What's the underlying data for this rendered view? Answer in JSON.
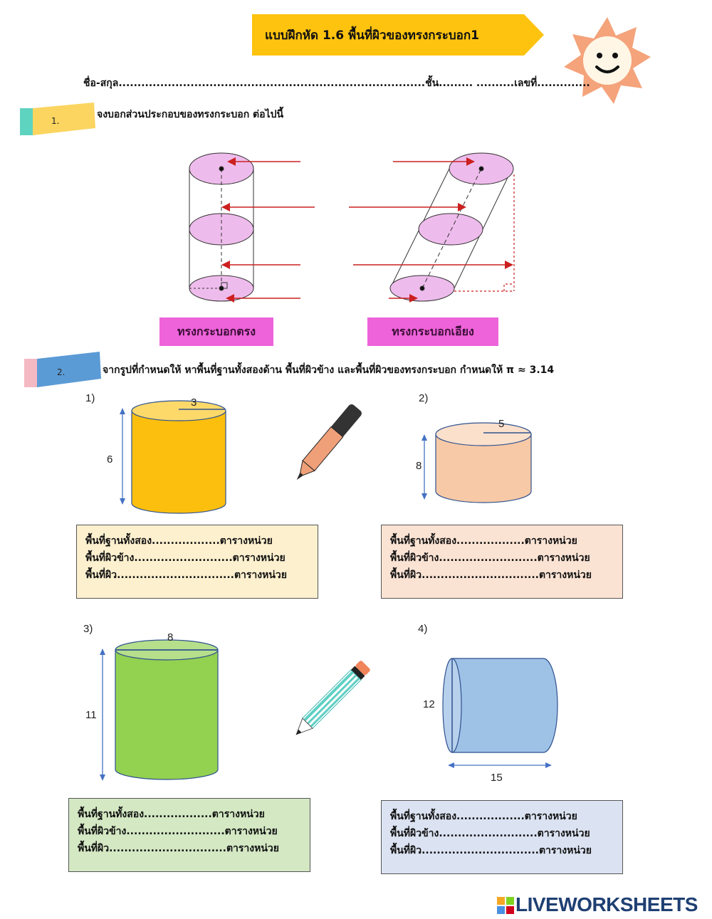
{
  "header": {
    "title": "แบบฝึกหัด 1.6  พื้นที่ผิวของทรงกระบอก1",
    "name_line": "ชื่อ-สกุล.................................................................................ชั้น.........  ..........เลขที่.............."
  },
  "section1": {
    "number": "1.",
    "instruction": "จงบอกส่วนประกอบของทรงกระบอก ต่อไปนี้",
    "label_right": "ทรงกระบอกตรง",
    "label_oblique": "ทรงกระบอกเอียง"
  },
  "section2": {
    "number": "2.",
    "instruction": "จากรูปที่กำหนดให้ หาพื้นที่ฐานทั้งสองด้าน พื้นที่ผิวข้าง และพื้นที่ผิวของทรงกระบอก กำหนดให้ π ≈ 3.14"
  },
  "problems": [
    {
      "label": "1)",
      "radius": "3",
      "height": "6",
      "color": "#fcbf0e",
      "box_color": "#fdf0cf"
    },
    {
      "label": "2)",
      "radius": "5",
      "height": "8",
      "color": "#f7c9a6",
      "box_color": "#fbe3d4"
    },
    {
      "label": "3)",
      "diameter": "8",
      "height": "11",
      "color": "#93d150",
      "box_color": "#d3e8c3"
    },
    {
      "label": "4)",
      "diameter": "12",
      "length": "15",
      "color": "#9ec1e6",
      "box_color": "#dbe3f2"
    }
  ],
  "answer_lines": {
    "base": "พื้นที่ฐานทั้งสอง..................ตารางหน่วย",
    "lateral": "พื้นที่ผิวข้าง..........................ตารางหน่วย",
    "surface": "พื้นที่ผิว...............................ตารางหน่วย"
  },
  "footer": {
    "logo": "LIVEWORKSHEETS"
  },
  "colors": {
    "banner": "#fdc30f",
    "sun": "#f4a37b",
    "tab1": "#fbd560",
    "tab1_accent": "#5ed3c0",
    "tab2": "#5b9bd5",
    "tab2_accent": "#f4b9c3",
    "arrow": "#cc2020"
  }
}
